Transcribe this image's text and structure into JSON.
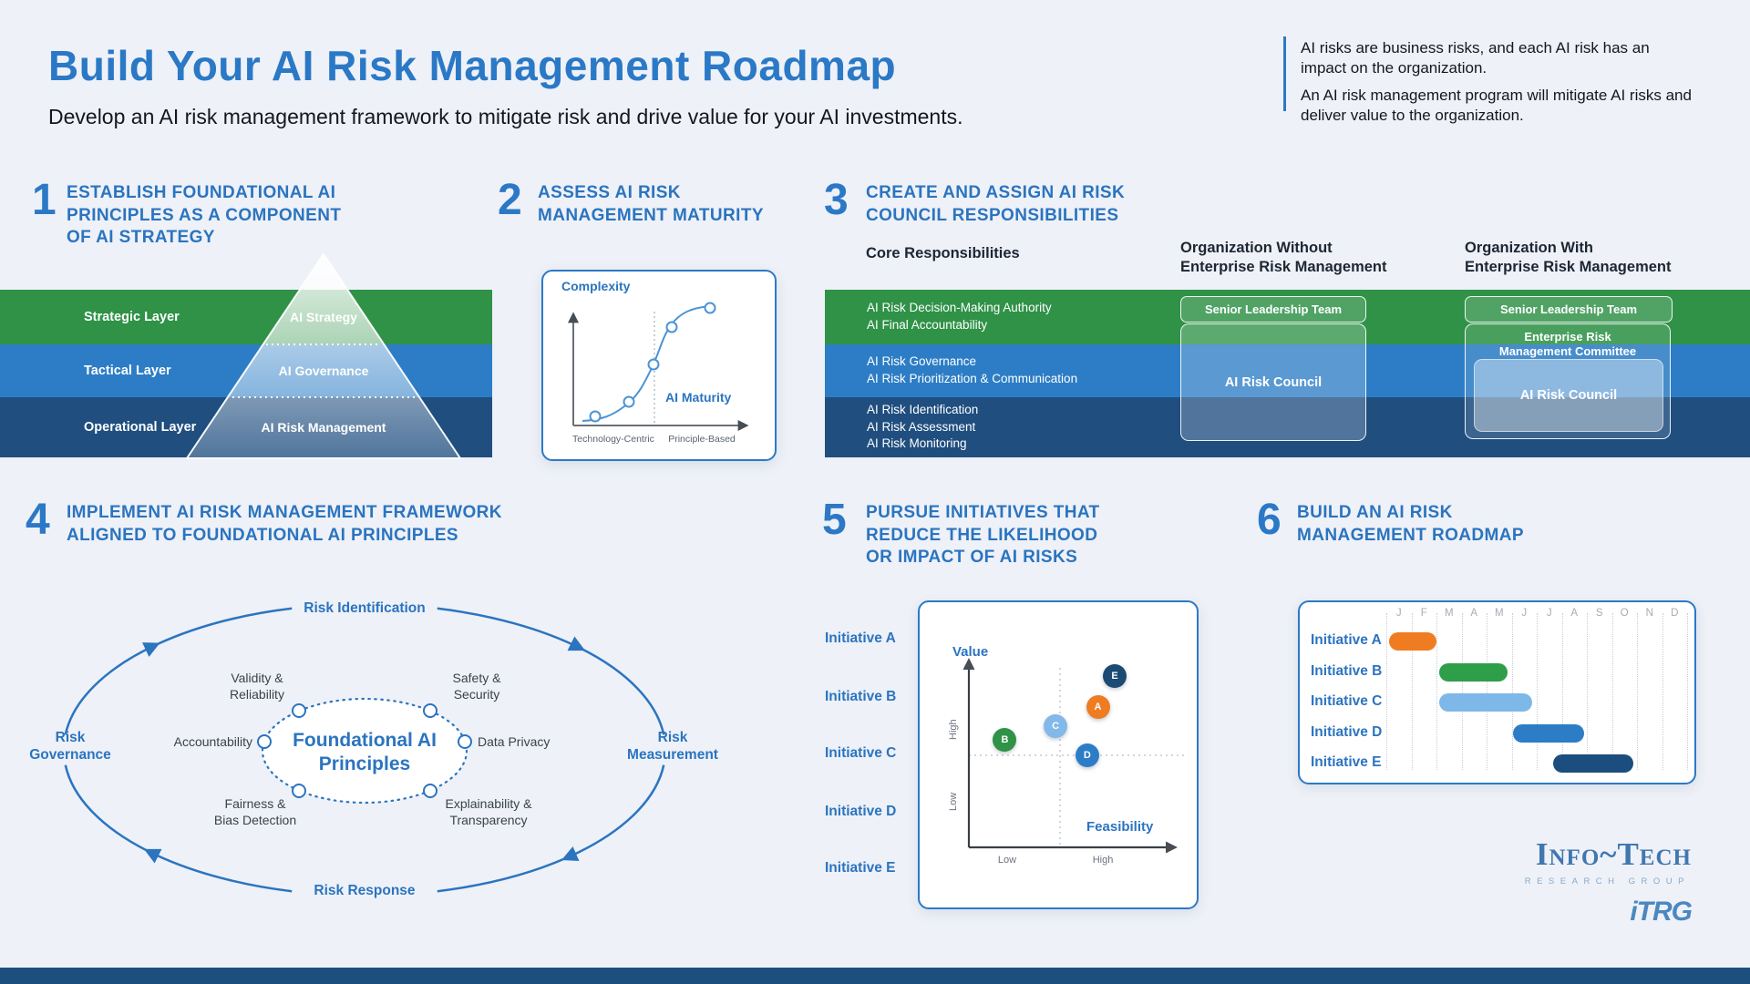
{
  "header": {
    "title": "Build Your AI Risk Management Roadmap",
    "subtitle": "Develop an AI risk management framework to mitigate risk and drive value for your AI investments.",
    "intro_1": "AI risks are business risks, and each AI risk has an impact on the organization.",
    "intro_2": "An AI risk management program will mitigate AI risks and deliver value to the organization."
  },
  "section1": {
    "number": "1",
    "title": "ESTABLISH FOUNDATIONAL AI\nPRINCIPLES AS A COMPONENT\nOF AI STRATEGY",
    "layers": [
      {
        "band": "Strategic Layer",
        "pyramid": "AI Strategy"
      },
      {
        "band": "Tactical Layer",
        "pyramid": "AI Governance"
      },
      {
        "band": "Operational Layer",
        "pyramid": "AI Risk Management"
      }
    ]
  },
  "section2": {
    "number": "2",
    "title": "ASSESS AI RISK\nMANAGEMENT MATURITY",
    "chart": {
      "y_axis": "Complexity",
      "x_axis": "AI Maturity",
      "x_left": "Technology-Centric",
      "x_right": "Principle-Based"
    }
  },
  "section3": {
    "number": "3",
    "title": "CREATE AND ASSIGN AI RISK\nCOUNCIL RESPONSIBILITIES",
    "col1_header": "Core Responsibilities",
    "col2_header": "Organization Without\nEnterprise Risk Management",
    "col3_header": "Organization With\nEnterprise Risk Management",
    "rows": [
      {
        "items": "AI Risk Decision-Making Authority\nAI Final Accountability"
      },
      {
        "items": "AI Risk Governance\nAI Risk Prioritization & Communication"
      },
      {
        "items": "AI Risk Identification\nAI Risk Assessment\nAI Risk Monitoring"
      }
    ],
    "without_erm": {
      "top_box": "Senior Leadership Team",
      "council_box": "AI Risk Council"
    },
    "with_erm": {
      "top_box": "Senior Leadership Team",
      "committee_box": "Enterprise Risk\nManagement Committee",
      "council_box": "AI Risk Council"
    }
  },
  "section4": {
    "number": "4",
    "title": "IMPLEMENT AI RISK MANAGEMENT FRAMEWORK\nALIGNED TO FOUNDATIONAL AI PRINCIPLES",
    "center": "Foundational AI\nPrinciples",
    "cycle": {
      "top": "Risk Identification",
      "right": "Risk\nMeasurement",
      "bottom": "Risk Response",
      "left": "Risk\nGovernance"
    },
    "principles": {
      "top_left": "Validity &\nReliability",
      "top_right": "Safety &\nSecurity",
      "left": "Accountability",
      "right": "Data Privacy",
      "bottom_left": "Fairness &\nBias Detection",
      "bottom_right": "Explainability &\nTransparency"
    }
  },
  "section5": {
    "number": "5",
    "title": "PURSUE INITIATIVES THAT\nREDUCE THE LIKELIHOOD\nOR IMPACT OF AI RISKS",
    "initiatives": [
      "Initiative A",
      "Initiative B",
      "Initiative C",
      "Initiative D",
      "Initiative E"
    ],
    "chart": {
      "y_axis": "Value",
      "x_axis": "Feasibility",
      "y_high": "High",
      "y_low": "Low",
      "x_low": "Low",
      "x_high": "High",
      "points": [
        {
          "label": "A",
          "x": 0.61,
          "y": 0.73,
          "color": "#f07c22"
        },
        {
          "label": "B",
          "x": 0.17,
          "y": 0.56,
          "color": "#2f9247"
        },
        {
          "label": "C",
          "x": 0.41,
          "y": 0.63,
          "color": "#82b9e8"
        },
        {
          "label": "D",
          "x": 0.56,
          "y": 0.48,
          "color": "#2c7dc5"
        },
        {
          "label": "E",
          "x": 0.69,
          "y": 0.89,
          "color": "#1b4a73"
        }
      ]
    }
  },
  "section6": {
    "number": "6",
    "title": "BUILD AN AI RISK\nMANAGEMENT ROADMAP",
    "months": [
      "J",
      "F",
      "M",
      "A",
      "M",
      "J",
      "J",
      "A",
      "S",
      "O",
      "N",
      "D"
    ],
    "bars": [
      {
        "label": "Initiative A",
        "start": 0.1,
        "end": 2.0,
        "color": "#f07c22"
      },
      {
        "label": "Initiative B",
        "start": 2.1,
        "end": 4.85,
        "color": "#2f9e48"
      },
      {
        "label": "Initiative C",
        "start": 2.1,
        "end": 5.8,
        "color": "#7db8e8"
      },
      {
        "label": "Initiative D",
        "start": 5.05,
        "end": 7.9,
        "color": "#2c7dc5"
      },
      {
        "label": "Initiative E",
        "start": 6.65,
        "end": 9.85,
        "color": "#1b4e7e"
      }
    ]
  },
  "footer": {
    "logo_main": "Info~Tech",
    "logo_sub": "RESEARCH GROUP",
    "logo_small": "iTRG"
  },
  "chart_data": [
    {
      "type": "line",
      "title": "AI risk management maturity curve",
      "xlabel": "AI Maturity",
      "ylabel": "Complexity",
      "x_zone_labels": [
        "Technology-Centric",
        "Principle-Based"
      ],
      "x": [
        0.1,
        0.3,
        0.45,
        0.55,
        0.8
      ],
      "y": [
        0.05,
        0.2,
        0.5,
        0.82,
        0.95
      ],
      "marker": "circle",
      "note": "S-curve with dashed divider between technology-centric and principle-based zones"
    },
    {
      "type": "scatter",
      "title": "Initiative prioritization",
      "xlabel": "Feasibility (Low to High)",
      "ylabel": "Value (Low to High)",
      "points": [
        {
          "label": "A",
          "feasibility": 0.61,
          "value": 0.73
        },
        {
          "label": "B",
          "feasibility": 0.17,
          "value": 0.56
        },
        {
          "label": "C",
          "feasibility": 0.41,
          "value": 0.63
        },
        {
          "label": "D",
          "feasibility": 0.56,
          "value": 0.48
        },
        {
          "label": "E",
          "feasibility": 0.69,
          "value": 0.89
        }
      ]
    },
    {
      "type": "gantt",
      "title": "AI risk management roadmap",
      "months": [
        "J",
        "F",
        "M",
        "A",
        "M",
        "J",
        "J",
        "A",
        "S",
        "O",
        "N",
        "D"
      ],
      "bars": [
        {
          "label": "Initiative A",
          "start_month": "Jan",
          "end_month": "Feb"
        },
        {
          "label": "Initiative B",
          "start_month": "Mar",
          "end_month": "May"
        },
        {
          "label": "Initiative C",
          "start_month": "Mar",
          "end_month": "Jun"
        },
        {
          "label": "Initiative D",
          "start_month": "Jun",
          "end_month": "Aug"
        },
        {
          "label": "Initiative E",
          "start_month": "Jul",
          "end_month": "Oct"
        }
      ]
    }
  ]
}
